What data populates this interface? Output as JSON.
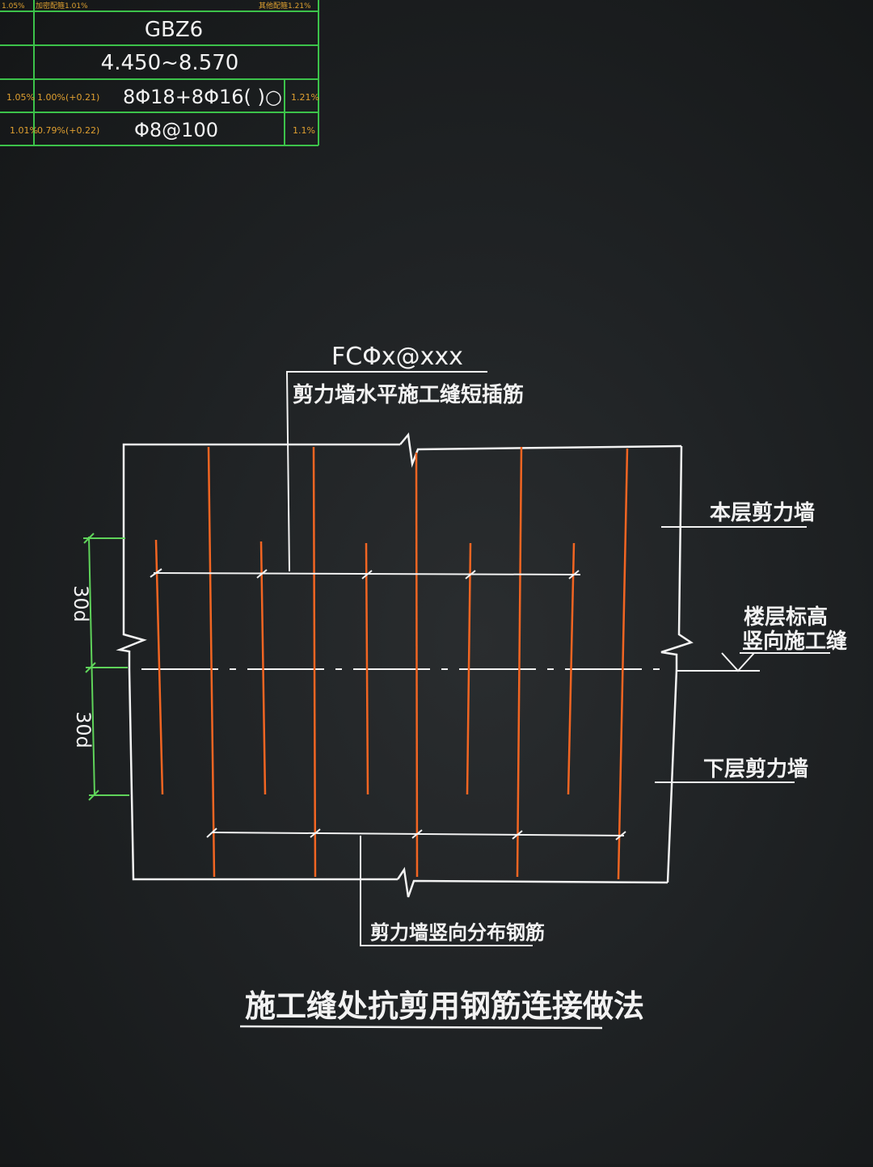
{
  "colors": {
    "background": "#1f2224",
    "line": "#f2f2f2",
    "rebar": "#f26522",
    "dimension": "#5fd35a",
    "table_grid": "#3cc24a",
    "table_small_text": "#e0a030"
  },
  "table": {
    "top_row": [
      "1.05%",
      "加密配箍1.01%",
      "其他配箍1.21%"
    ],
    "rows": [
      {
        "left_a": "",
        "left_b": "",
        "center": "GBZ6",
        "right": ""
      },
      {
        "left_a": "",
        "left_b": "",
        "center": "4.450~8.570",
        "right": ""
      },
      {
        "left_a": "1.05%",
        "left_b": "1.00%(+0.21)",
        "center": "8Φ18+8Φ16(  )○",
        "right": "1.21%"
      },
      {
        "left_a": "1.01%",
        "left_b": "0.79%(+0.22)",
        "center": "Φ8@100",
        "right": "1.1%"
      }
    ]
  },
  "diagram": {
    "fc_label": "FCΦx@xxx",
    "short_bar_label": "剪力墙水平施工缝短插筋",
    "upper_wall_label": "本层剪力墙",
    "floor_level_label_1": "楼层标高",
    "floor_level_label_2": "竖向施工缝",
    "lower_wall_label": "下层剪力墙",
    "vertical_bar_label": "剪力墙竖向分布钢筋",
    "dim_upper": "30d",
    "dim_lower": "30d",
    "title": "施工缝处抗剪用钢筋连接做法"
  }
}
